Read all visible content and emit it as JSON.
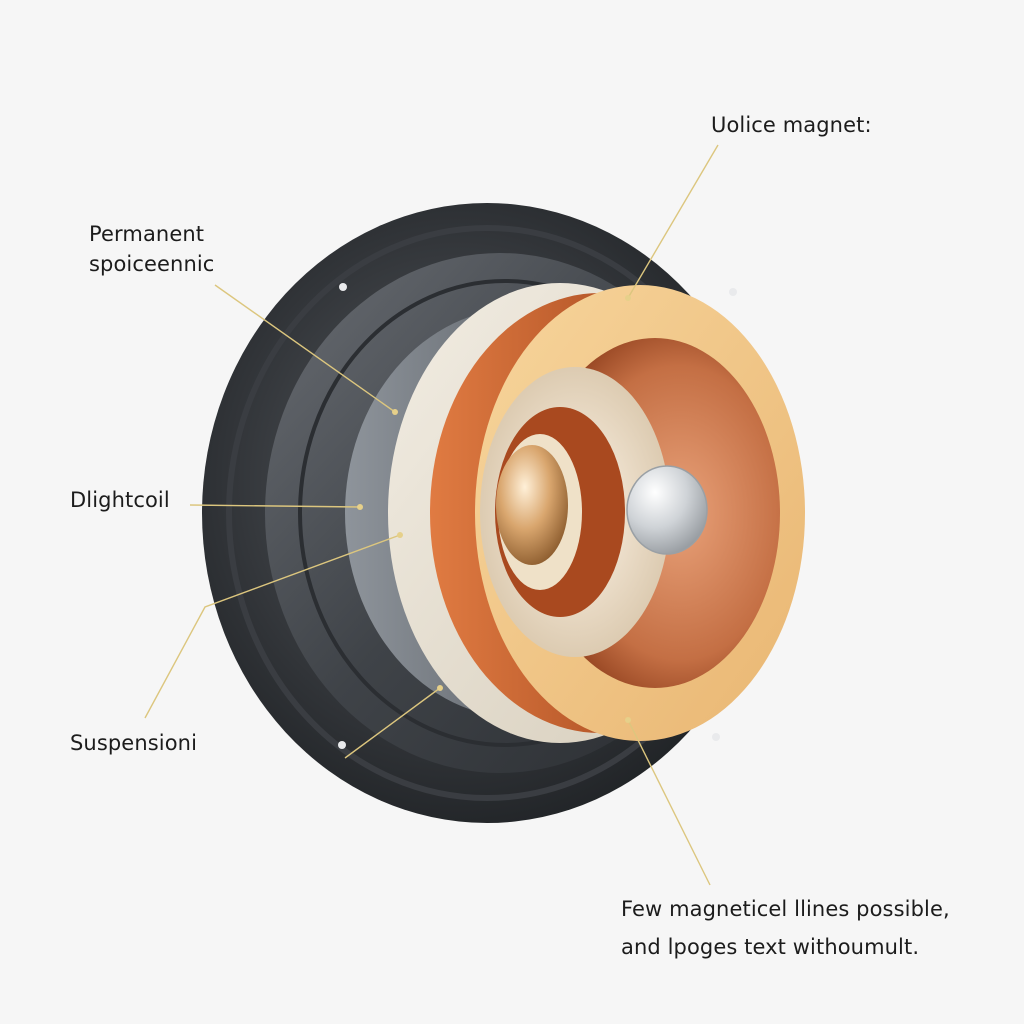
{
  "labels": {
    "voice_magnet": "Uolice magnet:",
    "permanent_line1": "Permanent",
    "permanent_line2": "spoiceennic",
    "dlightcoil": "Dlightcoil",
    "suspension": "Suspensioni",
    "footnote_line1": "Few magneticel llines possible,",
    "footnote_line2": "and lpoges text withoumult."
  },
  "colors": {
    "background": "#f6f6f6",
    "frame": "#2f3236",
    "surround": "#4c5056",
    "spider": "#e9e3d6",
    "copper": "#c86a38",
    "gold_ring": "#f3c988",
    "dust_cap": "#c9ccd0",
    "leader_line": "#d9c27a"
  }
}
